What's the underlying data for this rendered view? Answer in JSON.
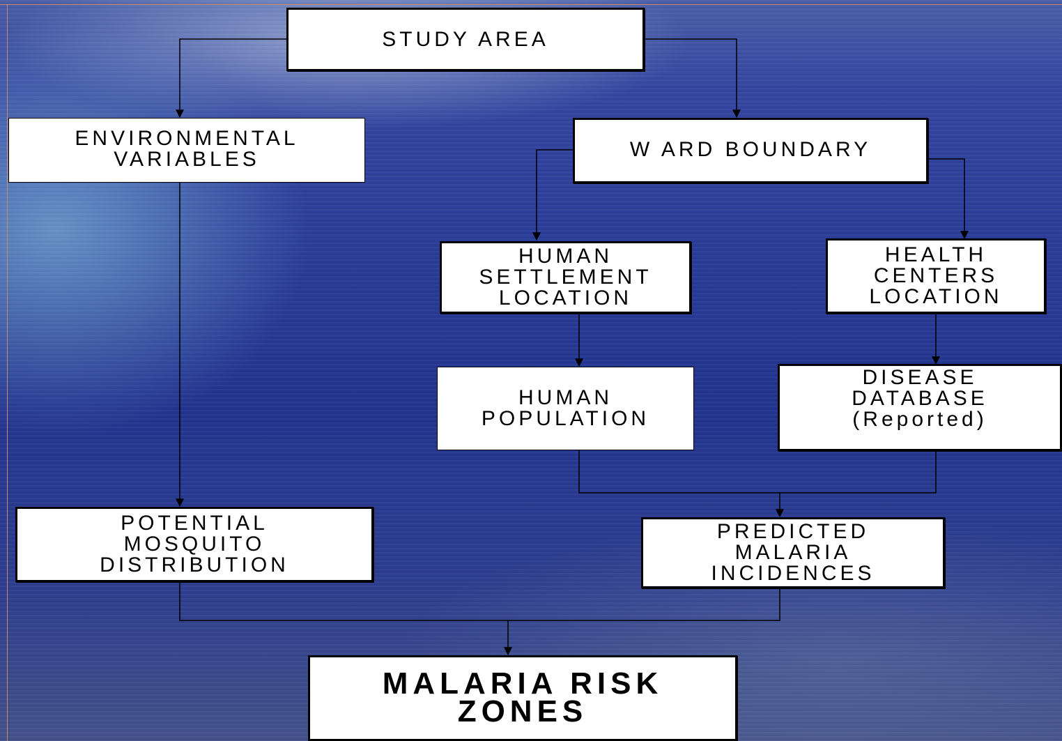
{
  "diagram": {
    "nodes": {
      "study_area": [
        "STUDY AREA"
      ],
      "environmental_variables": [
        "ENVIRONMENTAL",
        "VARIABLES"
      ],
      "ward_boundary": [
        "W ARD BOUNDARY"
      ],
      "human_settlement_location": [
        "HUMAN",
        "SETTLEMENT",
        "LOCATION"
      ],
      "health_centers_location": [
        "HEALTH",
        "CENTERS",
        "LOCATION"
      ],
      "human_population": [
        "HUMAN",
        "POPULATION"
      ],
      "disease_database": [
        "DISEASE",
        "DATABASE",
        "(Reported)"
      ],
      "potential_mosquito_distribution": [
        "POTENTIAL",
        "MOSQUITO",
        "DISTRIBUTION"
      ],
      "predicted_malaria_incidences": [
        "PREDICTED",
        "MALARIA",
        "INCIDENCES"
      ],
      "malaria_risk_zones": [
        "MALARIA RISK",
        "ZONES"
      ]
    },
    "edges": [
      {
        "from": "study_area",
        "to": "environmental_variables"
      },
      {
        "from": "study_area",
        "to": "ward_boundary"
      },
      {
        "from": "ward_boundary",
        "to": "human_settlement_location"
      },
      {
        "from": "ward_boundary",
        "to": "health_centers_location"
      },
      {
        "from": "human_settlement_location",
        "to": "human_population"
      },
      {
        "from": "health_centers_location",
        "to": "disease_database"
      },
      {
        "from": "environmental_variables",
        "to": "potential_mosquito_distribution"
      },
      {
        "from": "human_population",
        "to": "predicted_malaria_incidences"
      },
      {
        "from": "disease_database",
        "to": "predicted_malaria_incidences"
      },
      {
        "from": "potential_mosquito_distribution",
        "to": "malaria_risk_zones"
      },
      {
        "from": "predicted_malaria_incidences",
        "to": "malaria_risk_zones"
      }
    ]
  }
}
